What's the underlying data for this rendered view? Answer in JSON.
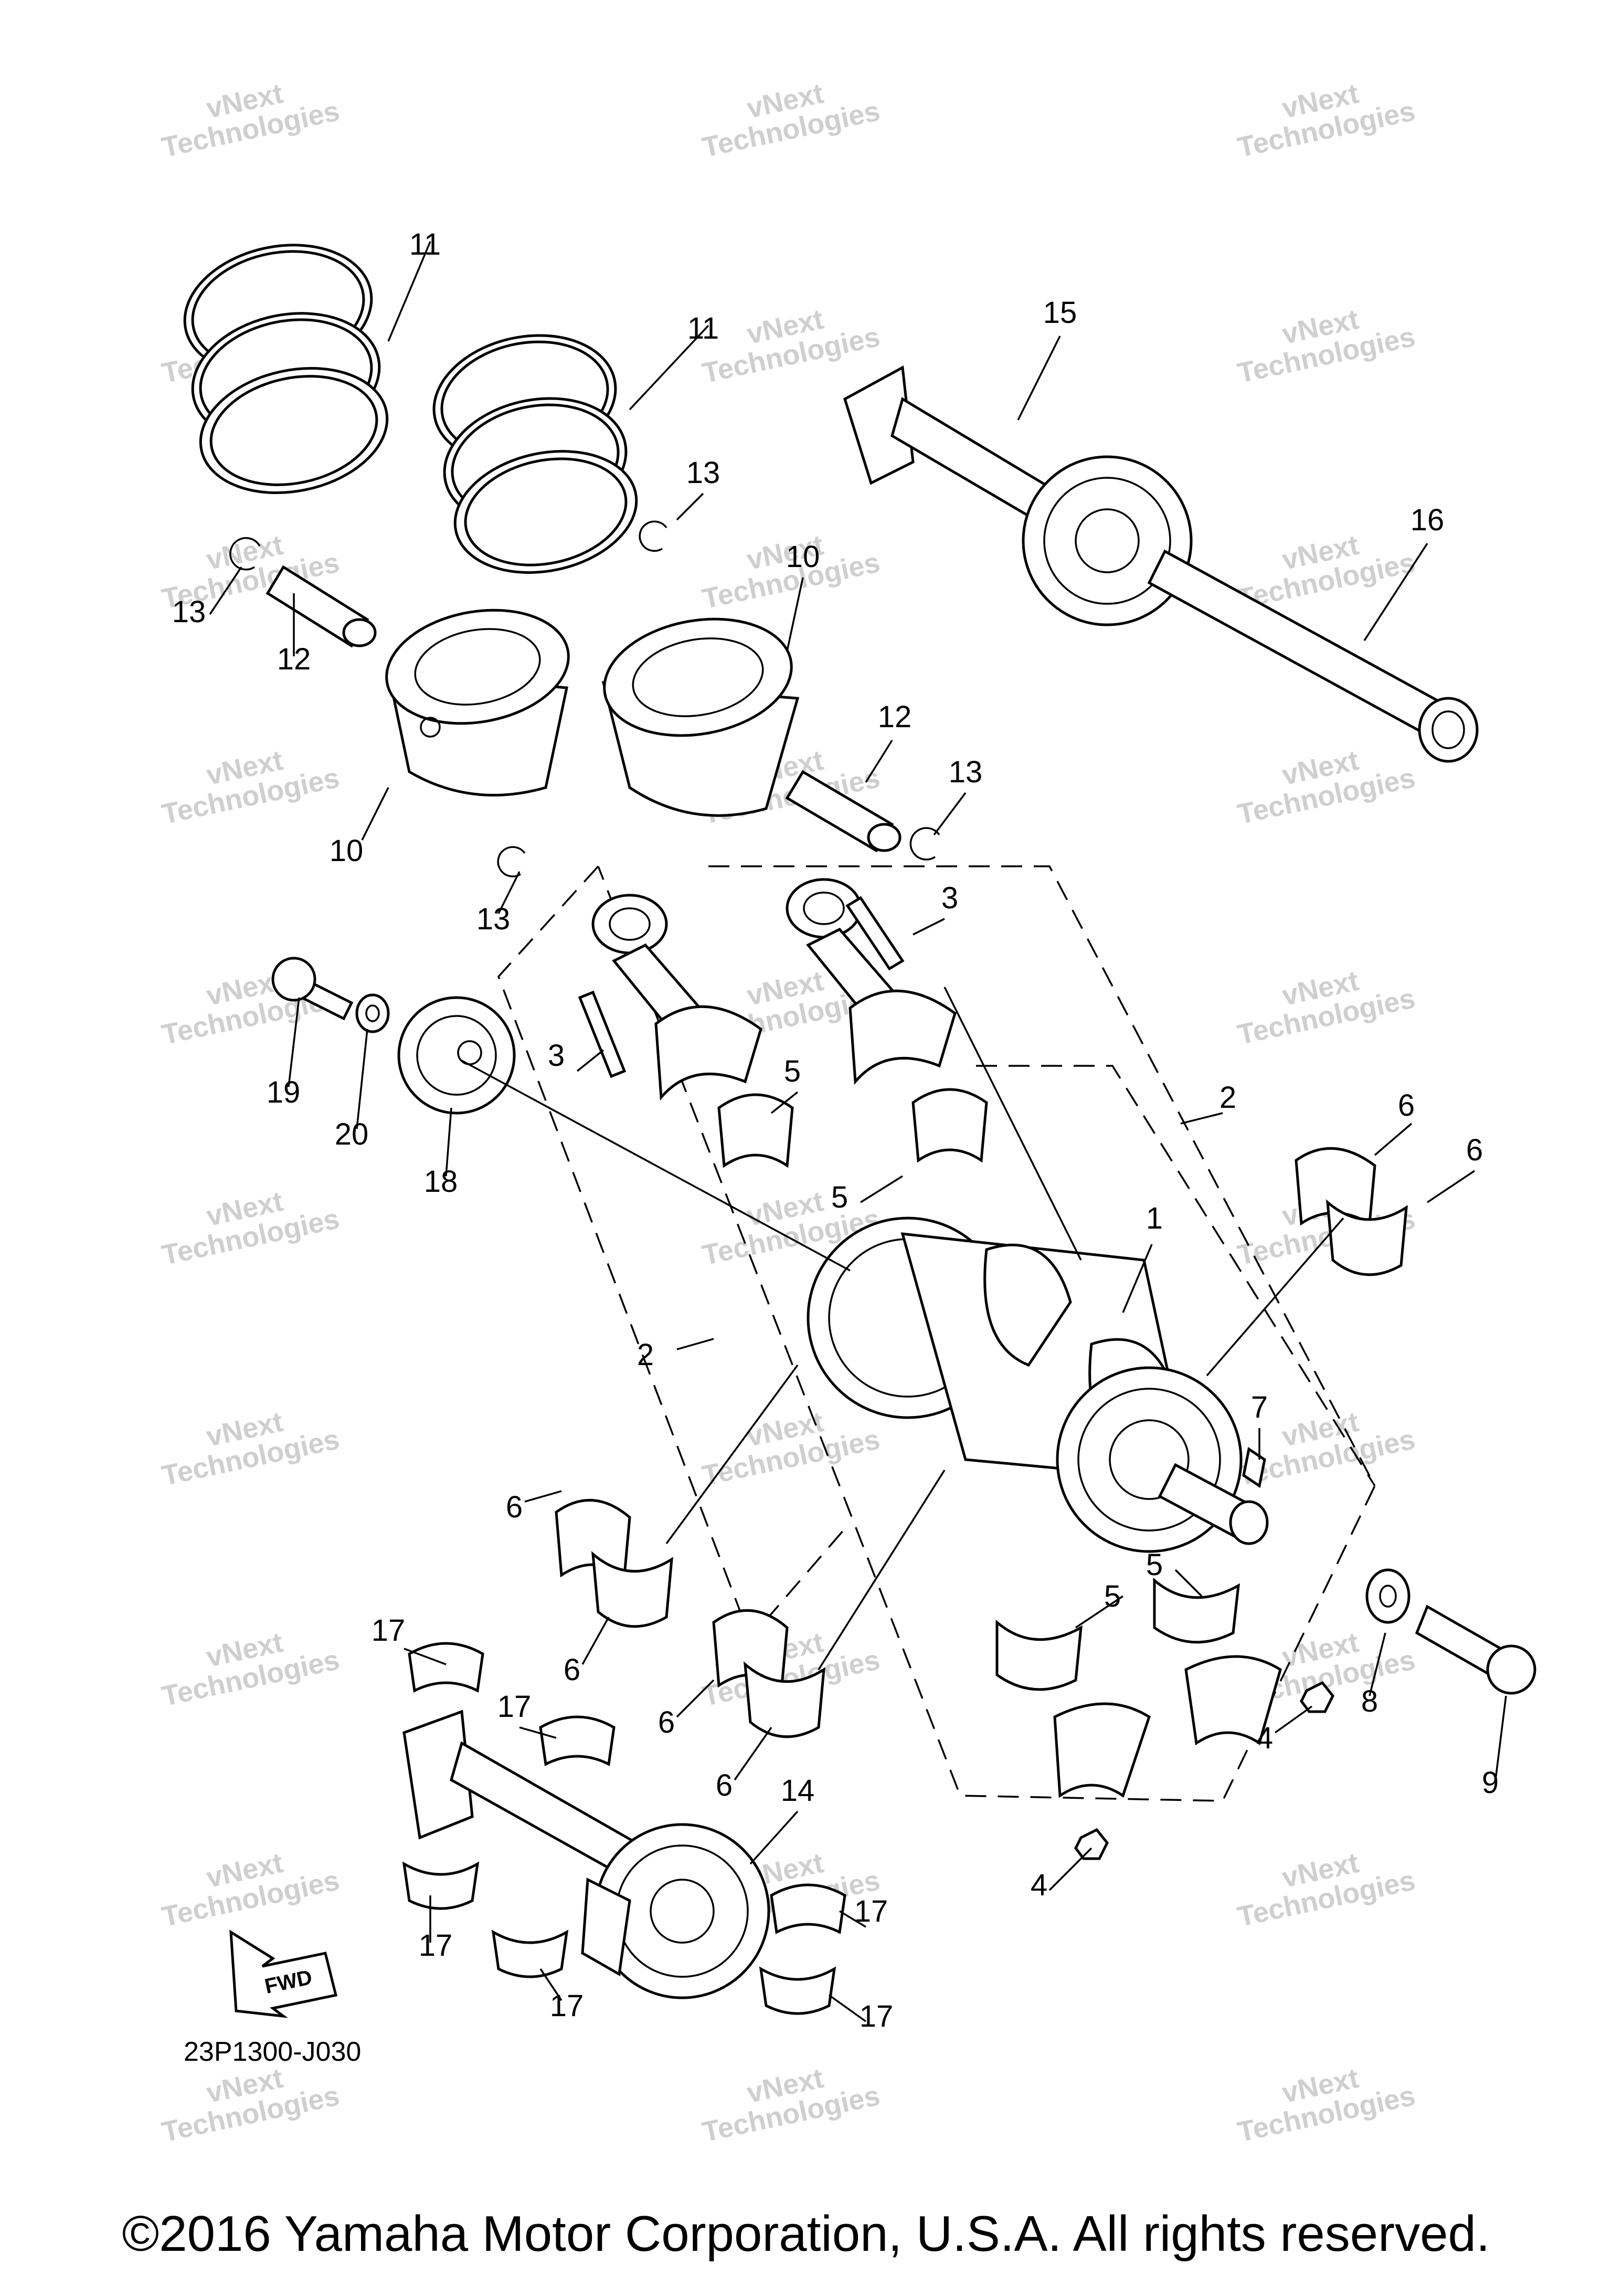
{
  "watermark": {
    "line1": "vNext",
    "line2": "Technologies"
  },
  "diagram_code": "23P1300-J030",
  "fwd_label": "FWD",
  "copyright": "©2016 Yamaha Motor Corporation, U.S.A. All rights reserved.",
  "callouts": [
    "1",
    "2",
    "2",
    "3",
    "3",
    "4",
    "4",
    "5",
    "5",
    "5",
    "5",
    "6",
    "6",
    "6",
    "6",
    "6",
    "6",
    "7",
    "8",
    "9",
    "10",
    "10",
    "11",
    "11",
    "12",
    "12",
    "13",
    "13",
    "13",
    "13",
    "14",
    "15",
    "16",
    "17",
    "17",
    "17",
    "17",
    "17",
    "17",
    "18",
    "19",
    "20"
  ]
}
